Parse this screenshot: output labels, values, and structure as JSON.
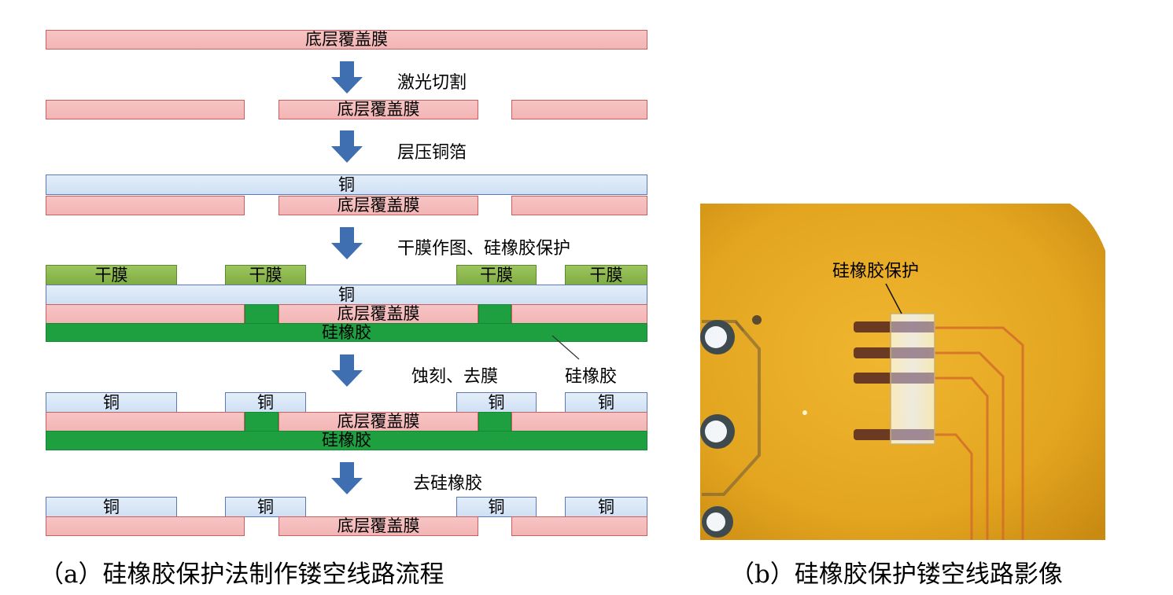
{
  "labels": {
    "cover": "底层覆盖膜",
    "copper": "铜",
    "film": "干膜",
    "silicone": "硅橡胶"
  },
  "steps": {
    "s1": "激光切割",
    "s2": "层压铜箔",
    "s3": "干膜作图、硅橡胶保护",
    "s4": "蚀刻、去膜",
    "s5": "去硅橡胶"
  },
  "annotation_silicone": "硅橡胶",
  "photo_label": "硅橡胶保护",
  "captions": {
    "a": "（a）硅橡胶保护法制作镂空线路流程",
    "b": "（b）硅橡胶保护镂空线路影像"
  },
  "colors": {
    "cover": "#f3b5b5",
    "copper": "#cfe0f4",
    "film": "#80ad45",
    "silicone": "#1ea040",
    "arrow": "#3f6fb0",
    "photo_bg": "#e3a51f"
  }
}
